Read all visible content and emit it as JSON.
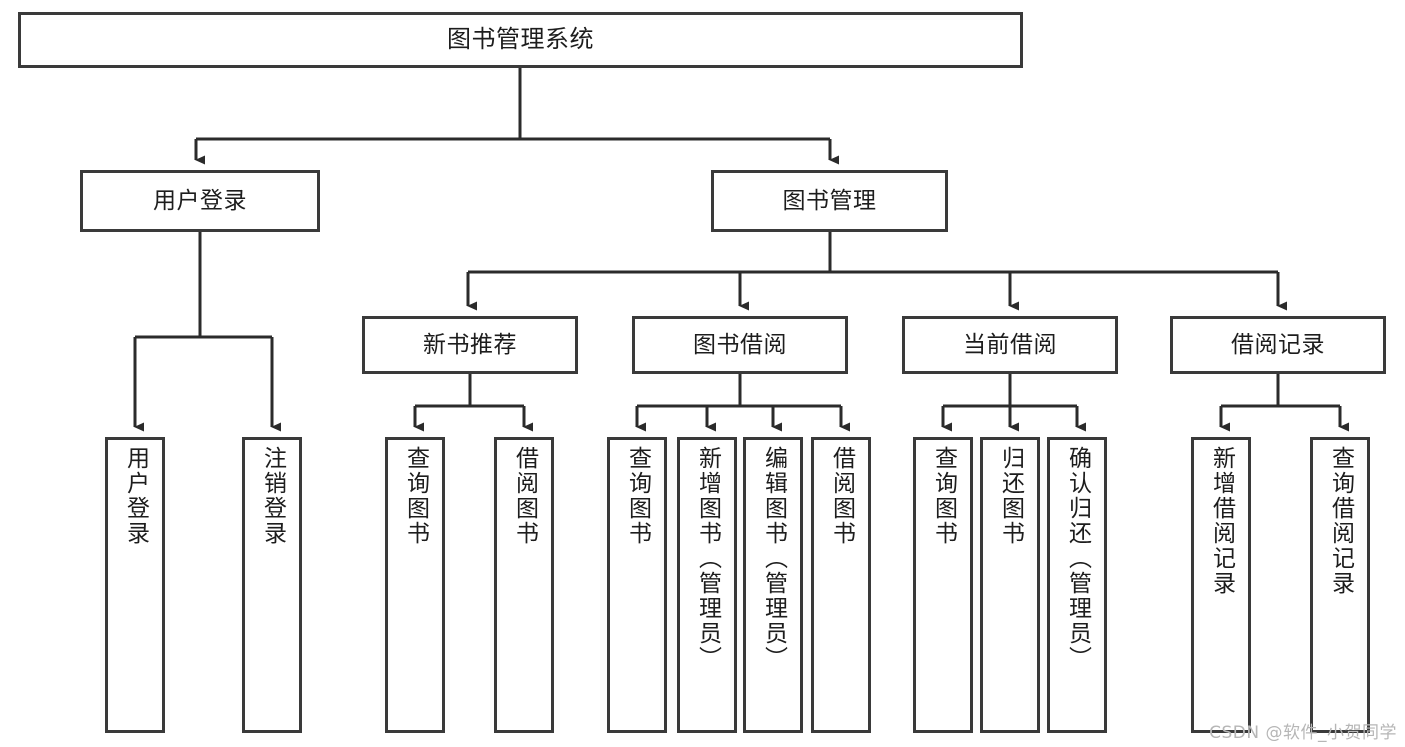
{
  "diagram": {
    "type": "tree",
    "title": "图书管理系统",
    "watermark": "CSDN @软件_小贺同学",
    "colors": {
      "box_border": "#3a3a3a",
      "box_fill": "#ffffff",
      "connector": "#2b2b2b",
      "text": "#1d1d1d",
      "watermark": "#b6b6b6",
      "background": "#ffffff"
    },
    "root": {
      "label": "图书管理系统"
    },
    "level2": [
      {
        "label": "用户登录"
      },
      {
        "label": "图书管理"
      }
    ],
    "level3": [
      {
        "label": "新书推荐"
      },
      {
        "label": "图书借阅"
      },
      {
        "label": "当前借阅"
      },
      {
        "label": "借阅记录"
      }
    ],
    "leaves": {
      "user_login": [
        {
          "label": "用户登录"
        },
        {
          "label": "注销登录"
        }
      ],
      "new_book_recommend": [
        {
          "label": "查询图书"
        },
        {
          "label": "借阅图书"
        }
      ],
      "book_borrow": [
        {
          "label": "查询图书"
        },
        {
          "label": "新增图书（管理员）"
        },
        {
          "label": "编辑图书（管理员）"
        },
        {
          "label": "借阅图书"
        }
      ],
      "current_borrow": [
        {
          "label": "查询图书"
        },
        {
          "label": "归还图书"
        },
        {
          "label": "确认归还（管理员）"
        }
      ],
      "borrow_record": [
        {
          "label": "新增借阅记录"
        },
        {
          "label": "查询借阅记录"
        }
      ]
    }
  }
}
